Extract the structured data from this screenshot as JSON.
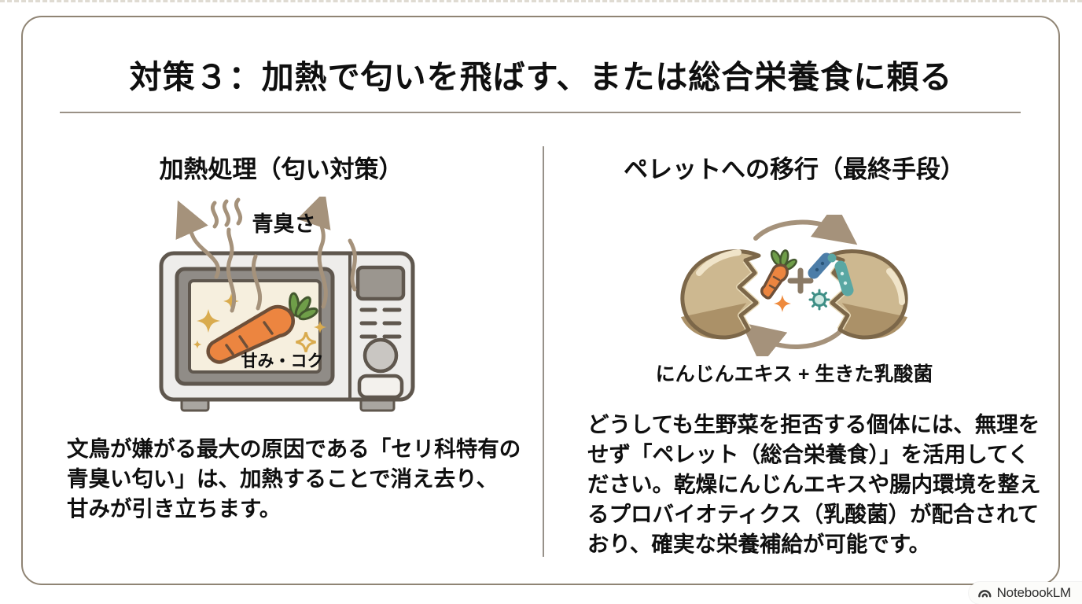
{
  "slide": {
    "title": "対策３：加熱で匂いを飛ばす、または総合栄養食に頼る"
  },
  "left": {
    "heading": "加熱処理（匂い対策）",
    "illustration": {
      "name": "microwave-heating-carrot",
      "steam_label": "青臭さ",
      "result_label": "甘み・コク"
    },
    "body_lines": [
      "文鳥が嫌がる最大の原因である「セリ科特有の",
      "青臭い匂い」は、加熱することで消え去り、",
      "甘みが引き立ちます。"
    ]
  },
  "right": {
    "heading": "ペレットへの移行（最終手段）",
    "illustration": {
      "name": "pellet-capsule-cycle",
      "caption": "にんじんエキス + 生きた乳酸菌"
    },
    "body_lines": [
      "どうしても生野菜を拒否する個体には、無理を",
      "せず「ペレット（総合栄養食）」を活用してく",
      "ださい。乾燥にんじんエキスや腸内環境を整え",
      "るプロバイオティクス（乳酸菌）が配合されて",
      "おり、確実な栄養補給が可能です。"
    ]
  },
  "footer": {
    "brand": "NotebookLM"
  },
  "colors": {
    "card_border": "#8f8474",
    "divider": "#9a9186",
    "steam_arrow": "#a5927b",
    "microwave_body": "#eeedeb",
    "microwave_outline": "#5f574e",
    "window_frame": "#908c87",
    "screen_cream": "#f6efde",
    "carrot_orange": "#ec8540",
    "carrot_outline": "#6e4f38",
    "leaf_green": "#6f9e49",
    "sparkle_gold": "#d9ab4e",
    "capsule_tan": "#cdb890",
    "capsule_band": "#ab9168",
    "capsule_outline": "#7c6749",
    "bacteria_blue": "#4c7da8",
    "bacteria_teal": "#5aa7a3",
    "text": "#0f0f0f"
  }
}
